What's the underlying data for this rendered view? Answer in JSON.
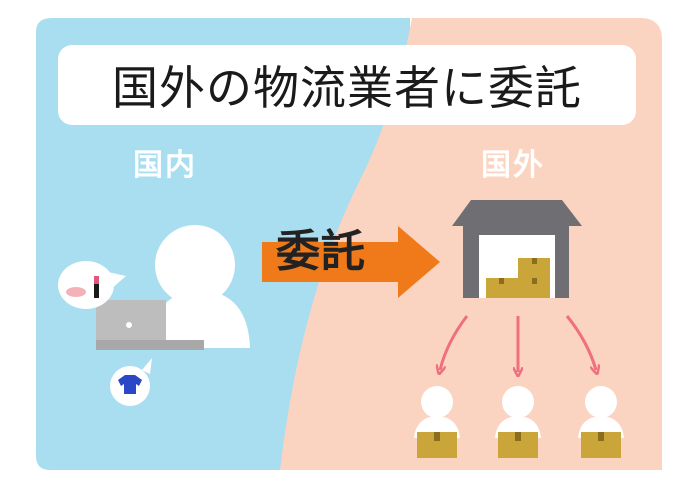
{
  "title": "国外の物流業者に委託",
  "regions": {
    "domestic": "国内",
    "overseas": "国外"
  },
  "arrow_label": "委託",
  "colors": {
    "domestic_bg": "#a9ddf0",
    "overseas_bg": "#fbd3c1",
    "arrow": "#f07a1a",
    "warehouse_roof": "#6f6f73",
    "box": "#c9a53a",
    "delivery_arrow": "#ee6f7f",
    "laptop": "#bdbdbd",
    "shirt": "#2a47c7",
    "lipstick_cap": "#e0577a"
  },
  "icons": [
    "seller-person-icon",
    "laptop-icon",
    "cosmetics-bubble-icon",
    "shirt-bubble-icon",
    "warehouse-icon",
    "package-icon",
    "customer-person-icon",
    "delivery-arrow-icon"
  ]
}
